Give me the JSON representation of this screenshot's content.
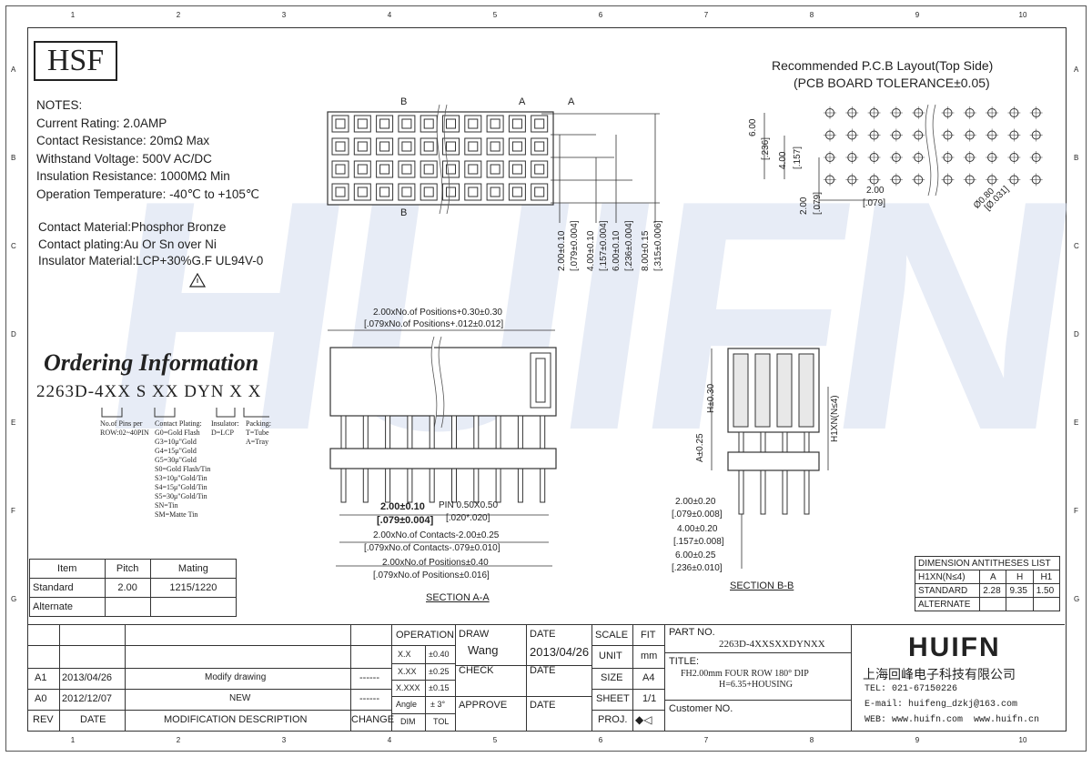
{
  "logo": "HSF",
  "column_numbers": [
    "1",
    "2",
    "3",
    "4",
    "5",
    "6",
    "7",
    "8",
    "9",
    "10"
  ],
  "row_letters": [
    "A",
    "B",
    "C",
    "D",
    "E",
    "F",
    "G"
  ],
  "notes": {
    "heading": "NOTES:",
    "lines": [
      "Current Rating: 2.0AMP",
      "Contact Resistance: 20mΩ Max",
      "Withstand Voltage: 500V AC/DC",
      "Insulation Resistance: 1000MΩ Min",
      "Operation Temperature: -40℃ to +105℃"
    ]
  },
  "materials": [
    "Contact Material:Phosphor Bronze",
    "Contact plating:Au Or Sn over Ni",
    "Insulator Material:LCP+30%G.F UL94V-0"
  ],
  "ordering": {
    "title": "Ordering Information",
    "code": "2263D-4XX S XX DYN X X",
    "pins": "No.of Pins per\nROW:02~40PIN",
    "plating": "Contact Plating:\nG0=Gold Flash\nG3=10μ\"Gold\nG4=15μ\"Gold\nG5=30μ\"Gold\nS0=Gold Flash/Tin\nS3=10μ\"Gold/Tin\nS4=15μ\"Gold/Tin\nS5=30μ\"Gold/Tin\nSN=Tin\nSM=Matte Tin",
    "insulator": "Insulator:\nD=LCP",
    "packing": "Packing:\nT=Tube\nA=Tray"
  },
  "pitch_table": {
    "headers": [
      "Item",
      "Pitch",
      "Mating"
    ],
    "rows": [
      [
        "Standard",
        "2.00",
        "1215/1220"
      ],
      [
        "Alternate",
        "",
        ""
      ]
    ]
  },
  "pcb": {
    "title1": "Recommended P.C.B Layout(Top Side)",
    "title2": "(PCB BOARD TOLERANCE±0.05)",
    "d600": "6.00",
    "d600i": "[.236]",
    "d400": "4.00",
    "d400i": "[.157]",
    "d200v": "2.00",
    "d200vi": "[.079]",
    "d200h": "2.00",
    "d200hi": "[.079]",
    "hole": "Ø0.80",
    "holei": "[Ø.031]"
  },
  "top_view": {
    "b": "B",
    "a": "A",
    "dims": [
      "2.00±0.10",
      "[.079±0.004]",
      "4.00±0.10",
      "[.157±0.004]",
      "6.00±0.10",
      "[.236±0.004]",
      "8.00±0.15",
      "[.315±0.006]"
    ]
  },
  "section_aa": {
    "top1": "2.00xNo.of Positions+0.30±0.30",
    "top2": "[.079xNo.of Positions+.012±0.012]",
    "pitch1": "2.00±0.10",
    "pitch2": "[.079±0.004]",
    "pin1": "PIN 0.50X0.50",
    "pin2": "[.020*.020]",
    "c1": "2.00xNo.of Contacts-2.00±0.25",
    "c2": "[.079xNo.of Contacts-.079±0.010]",
    "p1": "2.00xNo.of Positions±0.40",
    "p2": "[.079xNo.of Positions±0.016]",
    "label": "SECTION A-A"
  },
  "section_bb": {
    "h": "H±0.30",
    "a": "A±0.25",
    "h1": "H1XN(N≤4)",
    "d1": "2.00±0.20",
    "d1i": "[.079±0.008]",
    "d2": "4.00±0.20",
    "d2i": "[.157±0.008]",
    "d3": "6.00±0.25",
    "d3i": "[.236±0.010]",
    "label": "SECTION B-B"
  },
  "dim_list": {
    "title": "DIMENSION ANTITHESES LIST",
    "headers": [
      "H1XN(N≤4)",
      "A",
      "H",
      "H1"
    ],
    "rows": [
      [
        "STANDARD",
        "2.28",
        "9.35",
        "1.50"
      ],
      [
        "ALTERNATE",
        "",
        "",
        ""
      ]
    ]
  },
  "title_block": {
    "revs": [
      {
        "rev": "A1",
        "date": "2013/04/26",
        "desc": "Modify drawing",
        "change": "------"
      },
      {
        "rev": "A0",
        "date": "2012/12/07",
        "desc": "NEW",
        "change": "------"
      }
    ],
    "hdr_rev": "REV",
    "hdr_date": "DATE",
    "hdr_desc": "MODIFICATION DESCRIPTION",
    "hdr_change": "CHANGE",
    "operation": "OPERATION",
    "tol": [
      [
        "X.X",
        "±0.40"
      ],
      [
        "X.XX",
        "±0.25"
      ],
      [
        "X.XXX",
        "±0.15"
      ],
      [
        "Angle",
        "± 3°"
      ]
    ],
    "dim": "DIM",
    "tolh": "TOL",
    "draw": "DRAW",
    "draw_name": "Wang",
    "check": "CHECK",
    "approve": "APPROVE",
    "date": "DATE",
    "date_val": "2013/04/26",
    "scale": "SCALE",
    "fit": "FIT",
    "unit": "UNIT",
    "unit_val": "mm",
    "size": "SIZE",
    "size_val": "A4",
    "sheet": "SHEET",
    "sheet_val": "1/1",
    "proj": "PROJ.",
    "part_no_label": "PART NO.",
    "part_no": "2263D-4XXSXXDYNXX",
    "title_label": "TITLE:",
    "title1": "FH2.00mm FOUR ROW 180°  DIP",
    "title2": "H=6.35+HOUSING",
    "customer": "Customer NO.",
    "company_logo": "HUIFN",
    "company_cn": "上海回峰电子科技有限公司",
    "tel": "TEL: 021-67150226",
    "email": "E-mail: huifeng_dzkj@163.com",
    "web": "WEB: www.huifn.com  www.huifn.cn"
  },
  "watermark": "HUIFN"
}
